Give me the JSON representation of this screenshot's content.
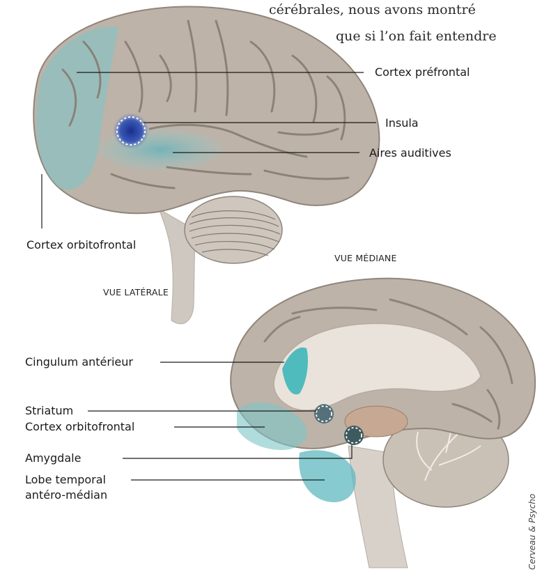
{
  "header_text": {
    "line1": "cérébrales, nous avons montré",
    "line2": "que si l’on fait entendre"
  },
  "lateral_view": {
    "title": "VUE LATÉRALE",
    "labels": {
      "prefrontal": "Cortex préfrontal",
      "insula": "Insula",
      "auditory": "Aires auditives",
      "orbitofrontal": "Cortex orbitofrontal"
    }
  },
  "median_view": {
    "title": "VUE MÉDIANE",
    "labels": {
      "cingulum": "Cingulum antérieur",
      "striatum": "Striatum",
      "orbitofrontal": "Cortex orbitofrontal",
      "amygdala": "Amygdale",
      "temporal_line1": "Lobe temporal",
      "temporal_line2": "antéro-médian"
    }
  },
  "credit": "Cerveau & Psycho",
  "colors": {
    "brain_gray": "#bdb3a8",
    "sulcus": "#8f857a",
    "highlight_teal": "#5fb8c0",
    "insula_blue": "#2b4aa8"
  }
}
